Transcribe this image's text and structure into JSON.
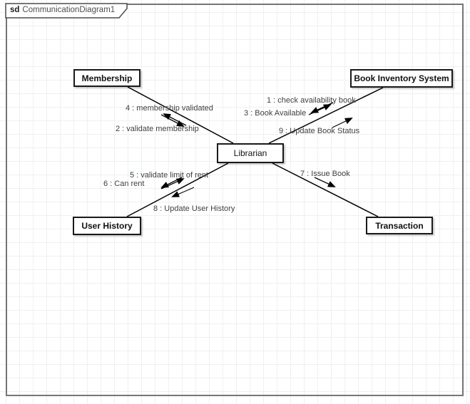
{
  "frame": {
    "keyword": "sd",
    "title": "CommunicationDiagram1"
  },
  "diagram_type": "UML communication diagram",
  "nodes": [
    {
      "label": "Membership"
    },
    {
      "label": "Book Inventory System"
    },
    {
      "label": "Librarian"
    },
    {
      "label": "User History"
    },
    {
      "label": "Transaction"
    }
  ],
  "messages": [
    {
      "label": "1 : check availability book",
      "from": "Librarian",
      "to": "Book Inventory System"
    },
    {
      "label": "2 : validate membership",
      "from": "Librarian",
      "to": "Membership"
    },
    {
      "label": "3 : Book Available",
      "from": "Book Inventory System",
      "to": "Librarian"
    },
    {
      "label": "4 : membership validated",
      "from": "Membership",
      "to": "Librarian"
    },
    {
      "label": "5 : validate limit of rent",
      "from": "Librarian",
      "to": "User History"
    },
    {
      "label": "6 : Can rent",
      "from": "User History",
      "to": "Librarian"
    },
    {
      "label": "7 : Issue Book",
      "from": "Librarian",
      "to": "Transaction"
    },
    {
      "label": "8 : Update User History",
      "from": "Librarian",
      "to": "User History"
    },
    {
      "label": "9 : Update Book Status",
      "from": "Librarian",
      "to": "Book Inventory System"
    }
  ],
  "colors": {
    "node_border": "#1a1a1a",
    "frame_border": "#757575",
    "link_line": "#000000",
    "message_text": "#404040",
    "grid_line": "#eef0f1"
  }
}
